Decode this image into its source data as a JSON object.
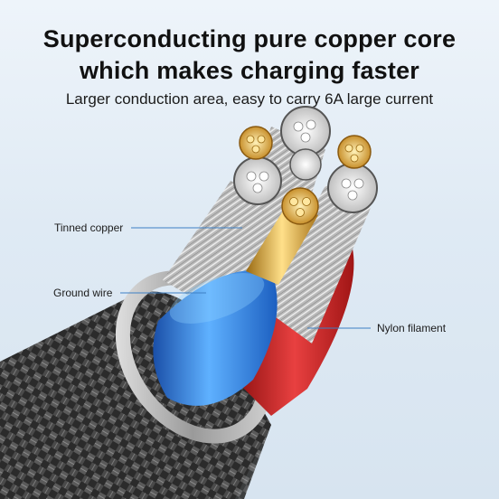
{
  "headline": {
    "line1": "Superconducting pure copper core",
    "line2": "which makes charging faster"
  },
  "subtitle": "Larger conduction area, easy to carry 6A large current",
  "callouts": {
    "tinned_copper": "Tinned copper",
    "ground_wire": "Ground wire",
    "nylon_filament": "Nylon filament"
  },
  "colors": {
    "background": "#dfeaf4",
    "copper_gold": "#d9a93c",
    "ground_wire_blue": "#2f7fd6",
    "insulation_red": "#d02a2a",
    "braid_dark": "#3a3a3a",
    "callout_line": "#3d7fc4"
  }
}
